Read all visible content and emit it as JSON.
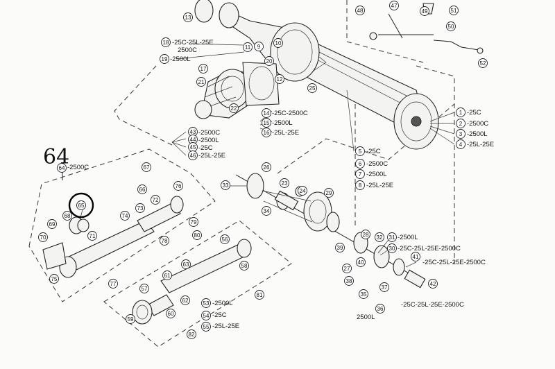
{
  "page_number": "64",
  "highlighted_part": "65",
  "colors": {
    "ink": "#1a1a1a",
    "paper": "#fbfbfa",
    "highlight": "#000000"
  },
  "legend_labels": {
    "l_64": "-2500C",
    "l_18": "-25C-25L-25E",
    "l_18b": "2500C",
    "l_19": "-2500L",
    "l_14": "-25C-2500C",
    "l_15": "-2500L",
    "l_16": "-25L-25E",
    "l_43": "-2500C",
    "l_44": "-2500L",
    "l_45": "-25C",
    "l_46": "-25L-25E",
    "l_1": "-25C",
    "l_2": "-2500C",
    "l_3": "-2500L",
    "l_4": "-25L-25E",
    "l_5": "-25C",
    "l_6": "-2500C",
    "l_7": "-2500L",
    "l_8": "-25L-25E",
    "l_31": "-2500L",
    "l_30": "-25C-25L-25E-2500C",
    "l_41": "-25C-25L-25E-2500C",
    "l_35": "-25C-25L-25E-2500C",
    "l_35b": "2500L",
    "l_53": "-2500L",
    "l_54": "-25C",
    "l_55": "-25L-25E"
  },
  "callouts": [
    "1",
    "2",
    "3",
    "4",
    "5",
    "6",
    "7",
    "8",
    "9",
    "10",
    "11",
    "12",
    "13",
    "14",
    "15",
    "16",
    "17",
    "18",
    "19",
    "20",
    "21",
    "22",
    "23",
    "24",
    "25",
    "26",
    "27",
    "28",
    "29",
    "30",
    "31",
    "32",
    "33",
    "34",
    "35",
    "36",
    "37",
    "38",
    "39",
    "40",
    "41",
    "42",
    "43",
    "44",
    "45",
    "46",
    "47",
    "48",
    "49",
    "50",
    "51",
    "52",
    "53",
    "54",
    "55",
    "56",
    "57",
    "58",
    "59",
    "60",
    "61",
    "62",
    "63",
    "64",
    "65",
    "66",
    "67",
    "68",
    "69",
    "70",
    "71",
    "72",
    "73",
    "74",
    "75",
    "76",
    "77",
    "78",
    "79",
    "80",
    "81",
    "82"
  ]
}
